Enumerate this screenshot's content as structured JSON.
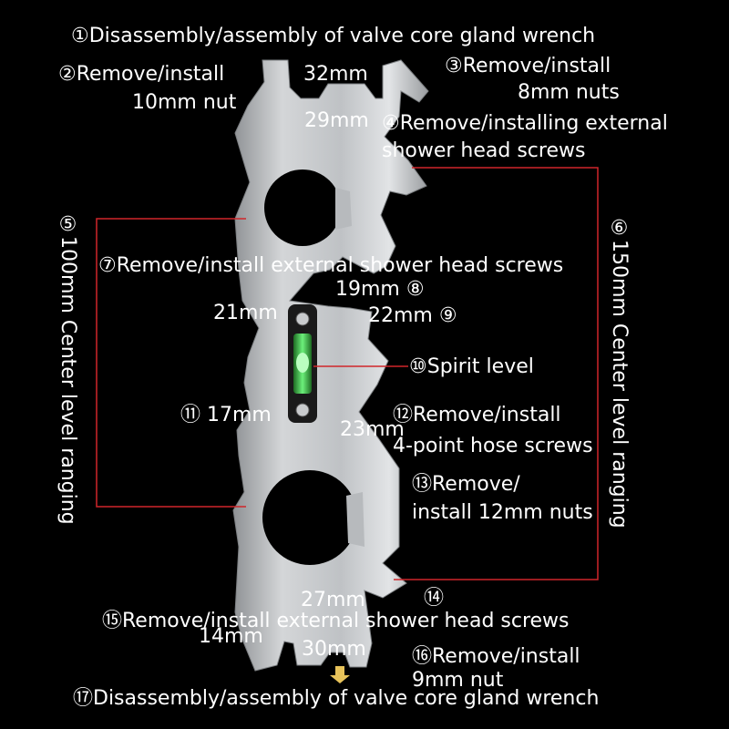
{
  "labels": {
    "l1": "①Disassembly/assembly of valve core gland wrench",
    "l2a": "②Remove/install",
    "l2b": "10mm nut",
    "l32": "32mm",
    "l3a": "③Remove/install",
    "l3b": "8mm nuts",
    "l29": "29mm",
    "l4a": "④Remove/installing external",
    "l4b": "shower head screws",
    "l5": "⑤100mm Center level ranging",
    "l6": "⑥150mm Center level ranging",
    "l7": "⑦Remove/install external shower head screws",
    "l19": "19mm ⑧",
    "l21": "21mm",
    "l22": "22mm ⑨",
    "l10": "⑩Spirit level",
    "l11": "⑪ 17mm",
    "l12a": "⑫Remove/install",
    "l23": "23mm",
    "l12b": "4-point hose screws",
    "l13a": "⑬Remove/",
    "l13b": "install 12mm nuts",
    "l27": "27mm",
    "l14": "⑭",
    "l15": "⑮Remove/install external shower head screws",
    "l14mm": "14mm",
    "l30": "30mm",
    "l16a": "⑯Remove/install",
    "l16b": "9mm nut",
    "l17": "⑰Disassembly/assembly of valve core gland wrench"
  },
  "colors": {
    "background": "#000000",
    "text": "#ffffff",
    "guide_line": "#d0262a",
    "arrow": "#e8c35a",
    "bubble": "#39e04a"
  }
}
